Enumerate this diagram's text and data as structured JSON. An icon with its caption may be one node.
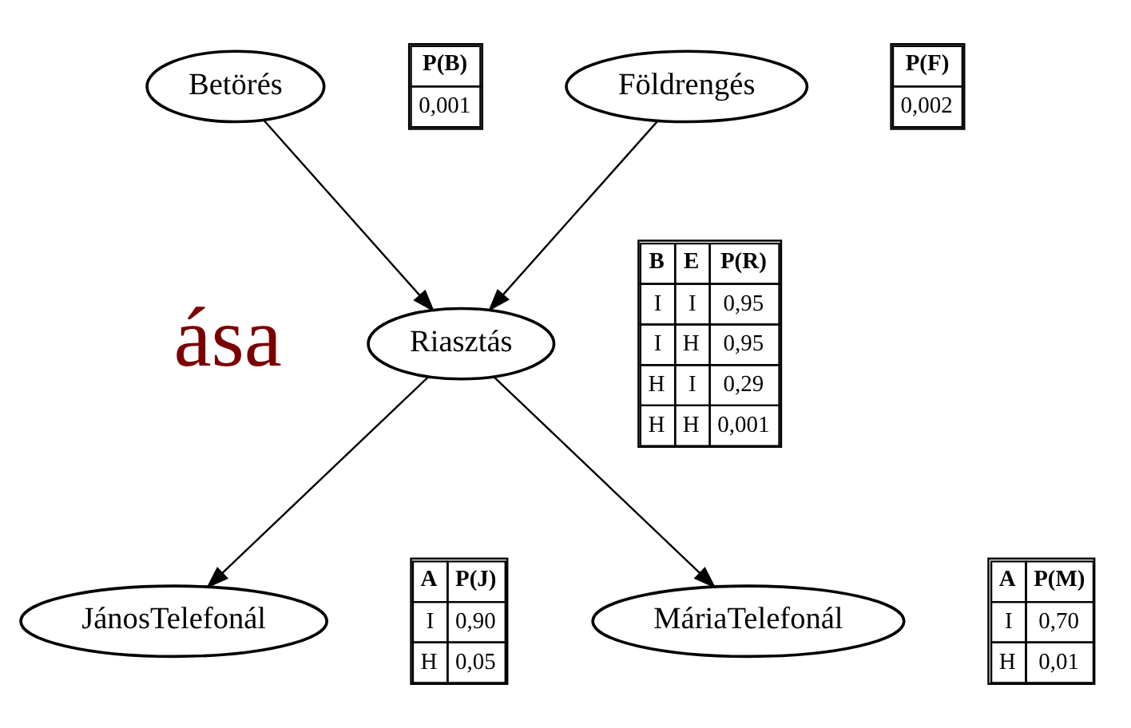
{
  "diagram": {
    "nodes": [
      {
        "text": [
          "Betörés"
        ]
      },
      {
        "text": [
          "Földrengés"
        ]
      },
      {
        "text": [
          "Riasztás"
        ]
      },
      {
        "text": [
          "JánosTelefonál"
        ]
      },
      {
        "text": [
          "MáriaTelefonál"
        ]
      }
    ],
    "edges": [
      {
        "from": 0,
        "to": 2,
        "arrow": "to"
      },
      {
        "from": 1,
        "to": 2,
        "arrow": "to"
      },
      {
        "from": 2,
        "to": 3,
        "arrow": "to"
      },
      {
        "from": 2,
        "to": 4,
        "arrow": "to"
      }
    ],
    "labels": [
      "ása",
      "P(B)",
      "0,001",
      "P(F)",
      "0,002",
      "B",
      "E",
      "P(R)",
      "I",
      "I",
      "0,95",
      "I",
      "H",
      "0,95",
      "H",
      "I",
      "0,29",
      "H",
      "H",
      "0,001",
      "A",
      "P(J)",
      "I",
      "0,90",
      "H",
      "0,05",
      "A",
      "P(M)",
      "I",
      "0,70",
      "H",
      "0,01"
    ]
  }
}
